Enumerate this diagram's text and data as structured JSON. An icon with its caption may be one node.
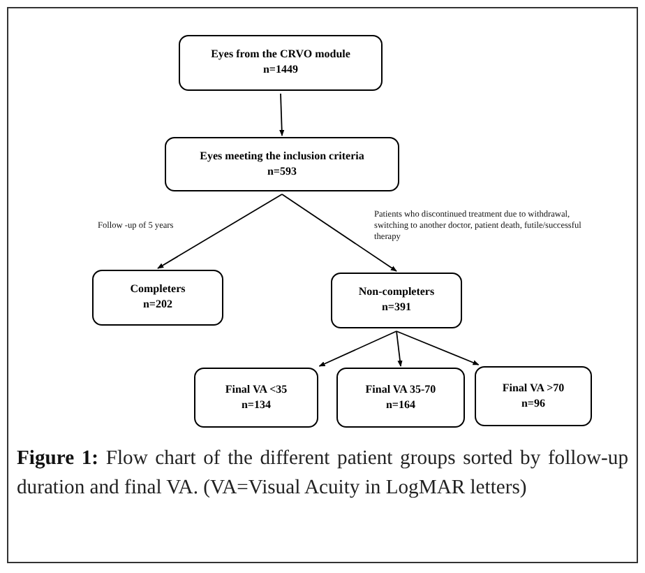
{
  "diagram": {
    "caption": "**Figure 1:** Flow chart of the different patient groups sorted by follow-up duration and final VA. (VA=Visual Acuity in LogMAR letters)",
    "nodes": [
      {
        "text": [
          "Eyes from the CRVO module",
          "n=1449"
        ]
      },
      {
        "text": [
          "Eyes meeting the inclusion criteria",
          "n=593"
        ]
      },
      {
        "text": [
          "Completers",
          "n=202"
        ]
      },
      {
        "text": [
          "Non-completers",
          "n=391"
        ]
      },
      {
        "text": [
          "Final VA <35",
          "n=134"
        ]
      },
      {
        "text": [
          "Final VA 35-70",
          "n=164"
        ]
      },
      {
        "text": [
          "Final VA >70",
          "n=96"
        ]
      }
    ],
    "edges": [
      {
        "from": 0,
        "to": 1,
        "arrow": "to"
      },
      {
        "from": 1,
        "to": 2,
        "arrow": "to",
        "label": "Follow -up of 5 years"
      },
      {
        "from": 1,
        "to": 3,
        "arrow": "to",
        "label": "Patients who discontinued treatment due to withdrawal, switching to another doctor, patient death, futile/successful therapy"
      },
      {
        "from": 3,
        "to": 4,
        "arrow": "to"
      },
      {
        "from": 3,
        "to": 5,
        "arrow": "to"
      },
      {
        "from": 3,
        "to": 6,
        "arrow": "to"
      }
    ]
  }
}
